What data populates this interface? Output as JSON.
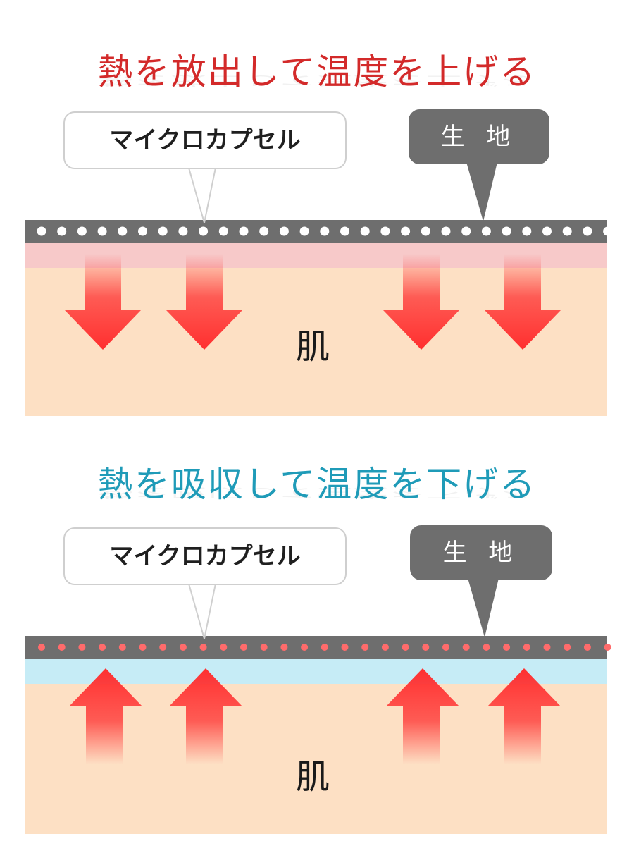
{
  "panels": [
    {
      "id": "heat-release",
      "title": "熱を放出して温度を上げる",
      "title_color": "#d32a2a",
      "capsule_label": "マイクロカプセル",
      "fabric_label": "生 地",
      "skin_label": "肌",
      "arrow_direction": "down",
      "dot_color": "#ffffff",
      "boundary_color": "#f7c9c9"
    },
    {
      "id": "heat-absorb",
      "title": "熱を吸収して温度を下げる",
      "title_color": "#1f9bb8",
      "capsule_label": "マイクロカプセル",
      "fabric_label": "生 地",
      "skin_label": "肌",
      "arrow_direction": "up",
      "dot_color": "#ff6b6b",
      "boundary_color": "#c6ecf6"
    }
  ],
  "colors": {
    "fabric": "#6e6e6e",
    "skin": "#fde0c4",
    "arrow": "#ff2f2f"
  }
}
